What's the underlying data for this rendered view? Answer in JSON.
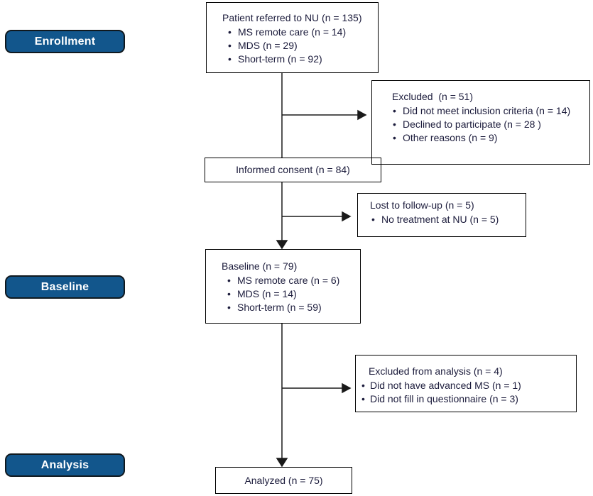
{
  "stages": {
    "enrollment": "Enrollment",
    "baseline": "Baseline",
    "analysis": "Analysis"
  },
  "boxes": {
    "referred": {
      "title": "Patient referred to NU (n = 135)",
      "bullets": [
        "MS remote care (n = 14)",
        "MDS (n = 29)",
        "Short-term (n = 92)"
      ]
    },
    "excluded": {
      "title": "Excluded  (n = 51)",
      "bullets": [
        "Did not meet inclusion criteria (n = 14)",
        "Declined to participate (n = 28 )",
        "Other reasons (n = 9)"
      ]
    },
    "consent": {
      "title": "Informed consent (n = 84)"
    },
    "lost": {
      "title": "Lost to follow-up (n = 5)",
      "bullets": [
        "No treatment at NU (n = 5)"
      ]
    },
    "baseline": {
      "title": "Baseline (n = 79)",
      "bullets": [
        "MS remote care (n = 6)",
        "MDS (n = 14)",
        "Short-term (n = 59)"
      ]
    },
    "excluded_analysis": {
      "title": "Excluded from analysis (n = 4)",
      "bullets": [
        "Did not have advanced MS (n = 1)",
        "Did not fill in questionnaire (n = 3)"
      ]
    },
    "analyzed": {
      "title": "Analyzed (n = 75)"
    }
  },
  "colors": {
    "stage_fill": "#12568C",
    "stage_border": "#10191F",
    "stage_text": "#FFFFFF",
    "box_border": "#000000",
    "text": "#1C1C3C",
    "connector": "#1A1A1A"
  }
}
